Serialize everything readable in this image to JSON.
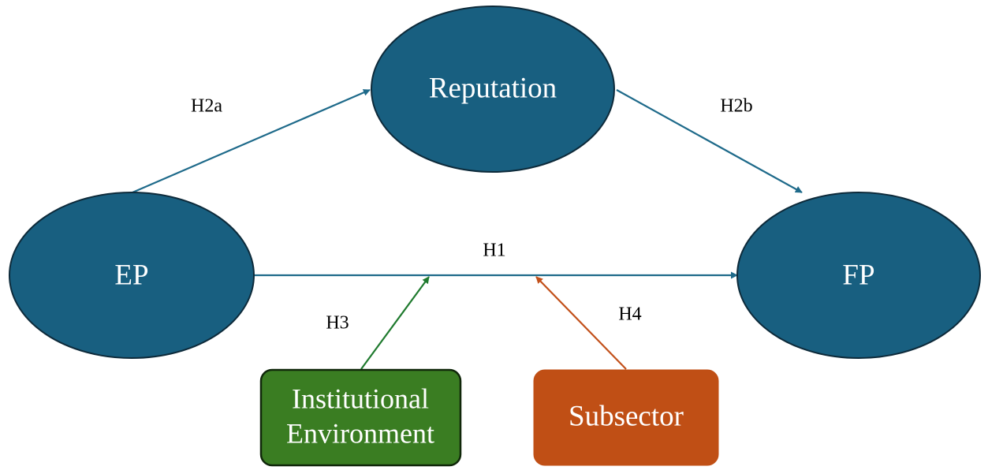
{
  "nodes": {
    "reputation": {
      "label": "Reputation"
    },
    "ep": {
      "label": "EP"
    },
    "fp": {
      "label": "FP"
    },
    "institutional": {
      "line1": "Institutional",
      "line2": "Environment"
    },
    "subsector": {
      "label": "Subsector"
    }
  },
  "edges": {
    "h1": {
      "label": "H1"
    },
    "h2a": {
      "label": "H2a"
    },
    "h2b": {
      "label": "H2b"
    },
    "h3": {
      "label": "H3"
    },
    "h4": {
      "label": "H4"
    }
  },
  "colors": {
    "node_fill": "#185f80",
    "node_stroke": "#0d2a3a",
    "main_arrow": "#1e6a8a",
    "h3_arrow": "#1f7a2e",
    "h4_arrow": "#c2501a",
    "institutional_fill": "#3a7d22",
    "subsector_fill": "#c04f15"
  }
}
